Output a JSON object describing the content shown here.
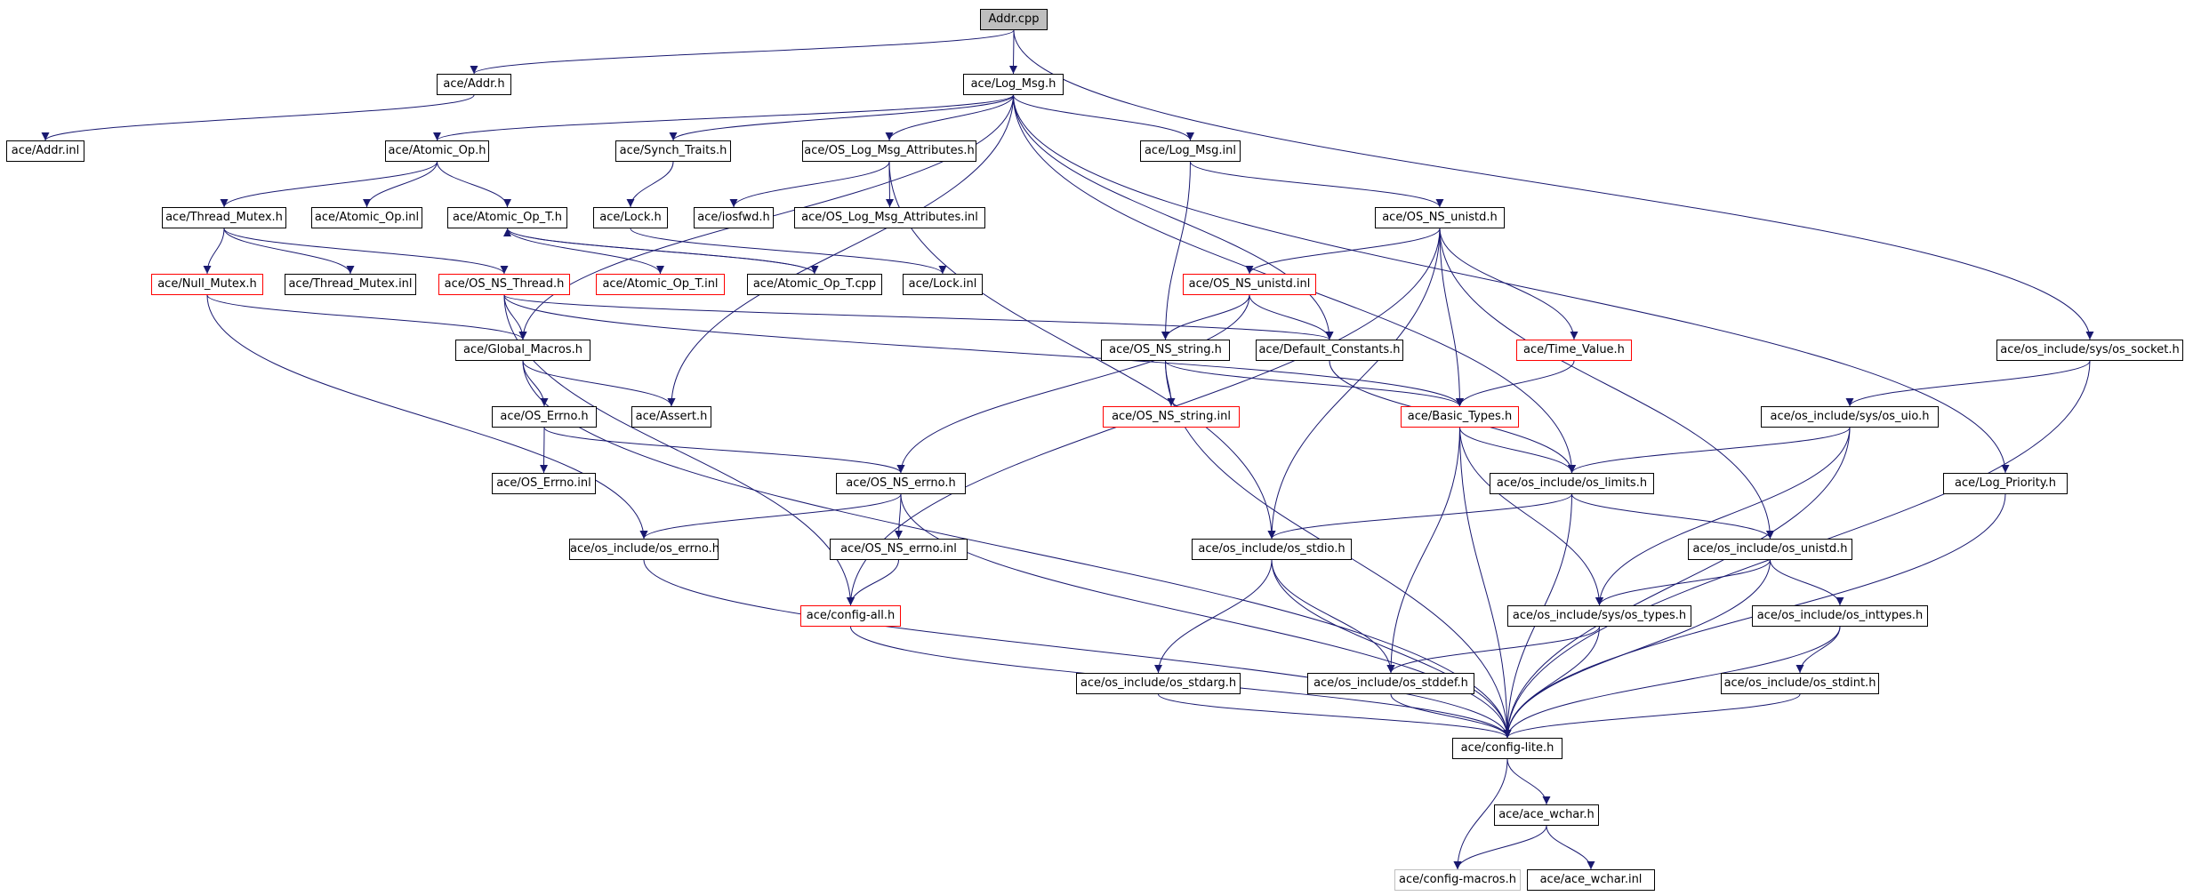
{
  "diagram": {
    "edge_color": "#191970",
    "nodes": [
      {
        "id": "addr_cpp",
        "label": "Addr.cpp",
        "style": "root"
      },
      {
        "id": "addr_h",
        "label": "ace/Addr.h",
        "style": "normal"
      },
      {
        "id": "log_msg_h",
        "label": "ace/Log_Msg.h",
        "style": "normal"
      },
      {
        "id": "addr_inl",
        "label": "ace/Addr.inl",
        "style": "normal"
      },
      {
        "id": "atomic_op_h",
        "label": "ace/Atomic_Op.h",
        "style": "normal"
      },
      {
        "id": "synch_traits_h",
        "label": "ace/Synch_Traits.h",
        "style": "normal"
      },
      {
        "id": "os_log_msg_attr_h",
        "label": "ace/OS_Log_Msg_Attributes.h",
        "style": "normal"
      },
      {
        "id": "log_msg_inl",
        "label": "ace/Log_Msg.inl",
        "style": "normal"
      },
      {
        "id": "thread_mutex_h",
        "label": "ace/Thread_Mutex.h",
        "style": "normal"
      },
      {
        "id": "atomic_op_inl",
        "label": "ace/Atomic_Op.inl",
        "style": "normal"
      },
      {
        "id": "atomic_op_t_h",
        "label": "ace/Atomic_Op_T.h",
        "style": "normal"
      },
      {
        "id": "lock_h",
        "label": "ace/Lock.h",
        "style": "normal"
      },
      {
        "id": "iosfwd_h",
        "label": "ace/iosfwd.h",
        "style": "normal"
      },
      {
        "id": "os_log_msg_attr_inl",
        "label": "ace/OS_Log_Msg_Attributes.inl",
        "style": "normal"
      },
      {
        "id": "os_ns_unistd_h",
        "label": "ace/OS_NS_unistd.h",
        "style": "normal"
      },
      {
        "id": "null_mutex_h",
        "label": "ace/Null_Mutex.h",
        "style": "red"
      },
      {
        "id": "thread_mutex_inl",
        "label": "ace/Thread_Mutex.inl",
        "style": "normal"
      },
      {
        "id": "os_ns_thread_h",
        "label": "ace/OS_NS_Thread.h",
        "style": "red"
      },
      {
        "id": "atomic_op_t_inl",
        "label": "ace/Atomic_Op_T.inl",
        "style": "red"
      },
      {
        "id": "atomic_op_t_cpp",
        "label": "ace/Atomic_Op_T.cpp",
        "style": "normal"
      },
      {
        "id": "lock_inl",
        "label": "ace/Lock.inl",
        "style": "normal"
      },
      {
        "id": "os_ns_unistd_inl",
        "label": "ace/OS_NS_unistd.inl",
        "style": "red"
      },
      {
        "id": "global_macros_h",
        "label": "ace/Global_Macros.h",
        "style": "normal"
      },
      {
        "id": "os_ns_string_h",
        "label": "ace/OS_NS_string.h",
        "style": "normal"
      },
      {
        "id": "default_constants_h",
        "label": "ace/Default_Constants.h",
        "style": "normal"
      },
      {
        "id": "time_value_h",
        "label": "ace/Time_Value.h",
        "style": "red"
      },
      {
        "id": "os_socket_h",
        "label": "ace/os_include/sys/os_socket.h",
        "style": "normal"
      },
      {
        "id": "os_errno_h",
        "label": "ace/OS_Errno.h",
        "style": "normal"
      },
      {
        "id": "assert_h",
        "label": "ace/Assert.h",
        "style": "normal"
      },
      {
        "id": "os_ns_string_inl",
        "label": "ace/OS_NS_string.inl",
        "style": "red"
      },
      {
        "id": "basic_types_h",
        "label": "ace/Basic_Types.h",
        "style": "red"
      },
      {
        "id": "os_uio_h",
        "label": "ace/os_include/sys/os_uio.h",
        "style": "normal"
      },
      {
        "id": "os_errno_inl",
        "label": "ace/OS_Errno.inl",
        "style": "normal"
      },
      {
        "id": "os_ns_errno_h",
        "label": "ace/OS_NS_errno.h",
        "style": "normal"
      },
      {
        "id": "os_limits_h",
        "label": "ace/os_include/os_limits.h",
        "style": "normal"
      },
      {
        "id": "log_priority_h",
        "label": "ace/Log_Priority.h",
        "style": "normal"
      },
      {
        "id": "os_include_errno_h",
        "label": "ace/os_include/os_errno.h",
        "style": "normal"
      },
      {
        "id": "os_ns_errno_inl",
        "label": "ace/OS_NS_errno.inl",
        "style": "normal"
      },
      {
        "id": "os_stdio_h",
        "label": "ace/os_include/os_stdio.h",
        "style": "normal"
      },
      {
        "id": "os_unistd_h",
        "label": "ace/os_include/os_unistd.h",
        "style": "normal"
      },
      {
        "id": "config_all_h",
        "label": "ace/config-all.h",
        "style": "red"
      },
      {
        "id": "os_types_h",
        "label": "ace/os_include/sys/os_types.h",
        "style": "normal"
      },
      {
        "id": "os_inttypes_h",
        "label": "ace/os_include/os_inttypes.h",
        "style": "normal"
      },
      {
        "id": "os_stdarg_h",
        "label": "ace/os_include/os_stdarg.h",
        "style": "normal"
      },
      {
        "id": "os_stddef_h",
        "label": "ace/os_include/os_stddef.h",
        "style": "normal"
      },
      {
        "id": "os_stdint_h",
        "label": "ace/os_include/os_stdint.h",
        "style": "normal"
      },
      {
        "id": "config_lite_h",
        "label": "ace/config-lite.h",
        "style": "normal"
      },
      {
        "id": "ace_wchar_h",
        "label": "ace/ace_wchar.h",
        "style": "normal"
      },
      {
        "id": "config_macros_h",
        "label": "ace/config-macros.h",
        "style": "gray"
      },
      {
        "id": "ace_wchar_inl",
        "label": "ace/ace_wchar.inl",
        "style": "normal"
      }
    ],
    "edges": [
      [
        "addr_cpp",
        "addr_h"
      ],
      [
        "addr_cpp",
        "log_msg_h"
      ],
      [
        "addr_cpp",
        "os_socket_h"
      ],
      [
        "addr_h",
        "addr_inl"
      ],
      [
        "log_msg_h",
        "atomic_op_h"
      ],
      [
        "log_msg_h",
        "synch_traits_h"
      ],
      [
        "log_msg_h",
        "os_log_msg_attr_h"
      ],
      [
        "log_msg_h",
        "log_msg_inl"
      ],
      [
        "log_msg_h",
        "global_macros_h"
      ],
      [
        "log_msg_h",
        "assert_h"
      ],
      [
        "log_msg_h",
        "default_constants_h"
      ],
      [
        "log_msg_h",
        "os_limits_h"
      ],
      [
        "log_msg_h",
        "log_priority_h"
      ],
      [
        "atomic_op_h",
        "thread_mutex_h"
      ],
      [
        "atomic_op_h",
        "atomic_op_inl"
      ],
      [
        "atomic_op_h",
        "atomic_op_t_h"
      ],
      [
        "synch_traits_h",
        "lock_h"
      ],
      [
        "os_log_msg_attr_h",
        "iosfwd_h"
      ],
      [
        "os_log_msg_attr_h",
        "os_log_msg_attr_inl"
      ],
      [
        "os_log_msg_attr_h",
        "os_stdio_h"
      ],
      [
        "log_msg_inl",
        "os_ns_unistd_h"
      ],
      [
        "log_msg_inl",
        "os_ns_string_h"
      ],
      [
        "thread_mutex_h",
        "null_mutex_h"
      ],
      [
        "thread_mutex_h",
        "thread_mutex_inl"
      ],
      [
        "thread_mutex_h",
        "os_ns_thread_h"
      ],
      [
        "atomic_op_t_h",
        "atomic_op_t_inl"
      ],
      [
        "atomic_op_t_h",
        "atomic_op_t_cpp"
      ],
      [
        "atomic_op_t_cpp",
        "atomic_op_t_h"
      ],
      [
        "lock_h",
        "lock_inl"
      ],
      [
        "null_mutex_h",
        "global_macros_h"
      ],
      [
        "null_mutex_h",
        "os_include_errno_h"
      ],
      [
        "os_ns_thread_h",
        "global_macros_h"
      ],
      [
        "os_ns_thread_h",
        "default_constants_h"
      ],
      [
        "os_ns_thread_h",
        "basic_types_h"
      ],
      [
        "os_ns_thread_h",
        "config_all_h"
      ],
      [
        "os_ns_unistd_h",
        "os_ns_unistd_inl"
      ],
      [
        "os_ns_unistd_h",
        "time_value_h"
      ],
      [
        "os_ns_unistd_h",
        "basic_types_h"
      ],
      [
        "os_ns_unistd_h",
        "os_stdio_h"
      ],
      [
        "os_ns_unistd_h",
        "os_unistd_h"
      ],
      [
        "os_ns_unistd_h",
        "config_all_h"
      ],
      [
        "os_ns_unistd_inl",
        "os_ns_string_h"
      ],
      [
        "os_ns_unistd_inl",
        "default_constants_h"
      ],
      [
        "os_ns_unistd_inl",
        "os_ns_errno_h"
      ],
      [
        "global_macros_h",
        "os_errno_h"
      ],
      [
        "global_macros_h",
        "assert_h"
      ],
      [
        "global_macros_h",
        "config_lite_h"
      ],
      [
        "os_ns_string_h",
        "os_ns_string_inl"
      ],
      [
        "os_ns_string_h",
        "basic_types_h"
      ],
      [
        "os_ns_string_h",
        "config_lite_h"
      ],
      [
        "default_constants_h",
        "os_limits_h"
      ],
      [
        "time_value_h",
        "basic_types_h"
      ],
      [
        "os_socket_h",
        "os_uio_h"
      ],
      [
        "os_socket_h",
        "config_lite_h"
      ],
      [
        "os_errno_h",
        "os_errno_inl"
      ],
      [
        "os_errno_h",
        "os_ns_errno_h"
      ],
      [
        "basic_types_h",
        "os_limits_h"
      ],
      [
        "basic_types_h",
        "os_types_h"
      ],
      [
        "basic_types_h",
        "os_stddef_h"
      ],
      [
        "basic_types_h",
        "config_lite_h"
      ],
      [
        "os_uio_h",
        "os_limits_h"
      ],
      [
        "os_uio_h",
        "os_types_h"
      ],
      [
        "os_uio_h",
        "config_lite_h"
      ],
      [
        "os_ns_errno_h",
        "os_include_errno_h"
      ],
      [
        "os_ns_errno_h",
        "os_ns_errno_inl"
      ],
      [
        "os_ns_errno_h",
        "config_lite_h"
      ],
      [
        "os_limits_h",
        "os_stdio_h"
      ],
      [
        "os_limits_h",
        "os_unistd_h"
      ],
      [
        "os_limits_h",
        "config_lite_h"
      ],
      [
        "log_priority_h",
        "config_lite_h"
      ],
      [
        "os_include_errno_h",
        "config_lite_h"
      ],
      [
        "os_ns_errno_inl",
        "config_all_h"
      ],
      [
        "os_stdio_h",
        "os_stdarg_h"
      ],
      [
        "os_stdio_h",
        "os_stddef_h"
      ],
      [
        "os_stdio_h",
        "config_lite_h"
      ],
      [
        "os_unistd_h",
        "os_types_h"
      ],
      [
        "os_unistd_h",
        "os_inttypes_h"
      ],
      [
        "os_unistd_h",
        "config_lite_h"
      ],
      [
        "config_all_h",
        "config_lite_h"
      ],
      [
        "os_types_h",
        "os_stddef_h"
      ],
      [
        "os_types_h",
        "config_lite_h"
      ],
      [
        "os_inttypes_h",
        "os_stdint_h"
      ],
      [
        "os_inttypes_h",
        "config_lite_h"
      ],
      [
        "os_stdarg_h",
        "config_lite_h"
      ],
      [
        "os_stddef_h",
        "config_lite_h"
      ],
      [
        "os_stdint_h",
        "config_lite_h"
      ],
      [
        "config_lite_h",
        "ace_wchar_h"
      ],
      [
        "config_lite_h",
        "config_macros_h"
      ],
      [
        "ace_wchar_h",
        "ace_wchar_inl"
      ],
      [
        "ace_wchar_h",
        "config_macros_h"
      ]
    ]
  }
}
